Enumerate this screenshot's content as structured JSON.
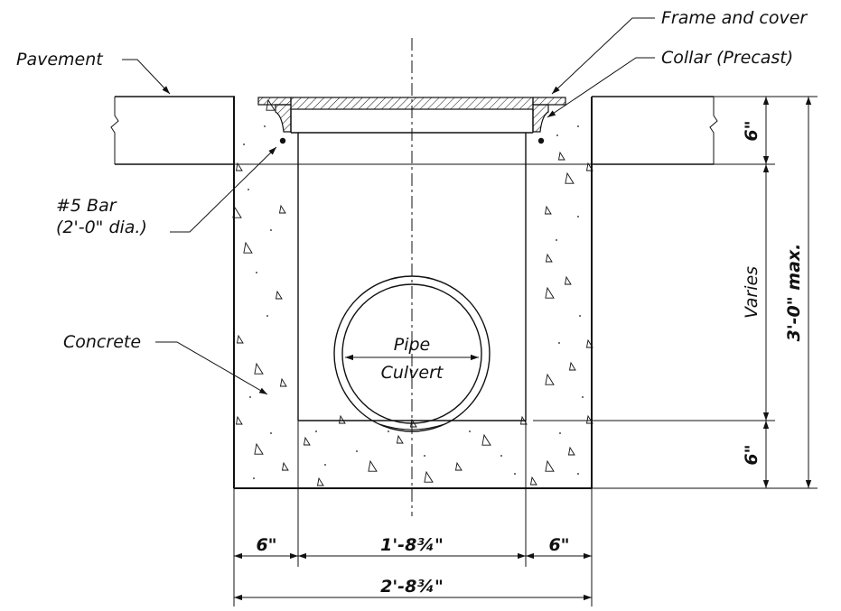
{
  "labels": {
    "frame_cover": "Frame and cover",
    "collar": "Collar (Precast)",
    "pavement": "Pavement",
    "bar_line1": "#5 Bar",
    "bar_line2": "(2'-0\" dia.)",
    "concrete": "Concrete",
    "pipe_line1": "Pipe",
    "pipe_line2": "Culvert"
  },
  "dimensions": {
    "top_collar": "6\"",
    "varies": "Varies",
    "bottom_slab": "6\"",
    "total_height": "3'-0\" max.",
    "left_wall": "6\"",
    "inner_width": "1'-8¾\"",
    "right_wall": "6\"",
    "total_width": "2'-8¾\""
  }
}
